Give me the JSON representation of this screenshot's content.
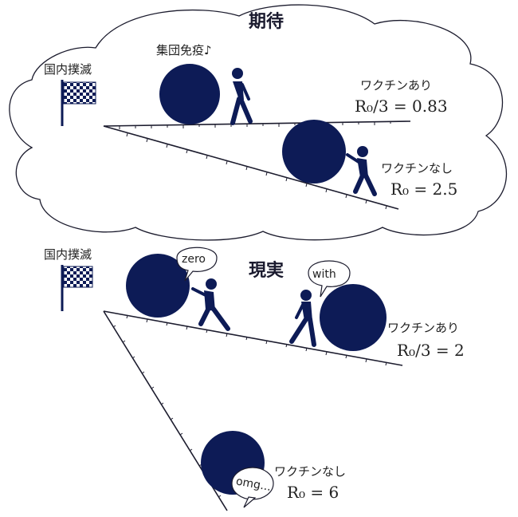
{
  "expectation": {
    "title": "期待",
    "goal_label": "国内撲滅",
    "herd_label": "集団免疫♪",
    "with_vaccine": {
      "label": "ワクチンあり",
      "equation": "R₀/3 = 0.83"
    },
    "without_vaccine": {
      "label": "ワクチンなし",
      "equation": "R₀ = 2.5"
    }
  },
  "reality": {
    "title": "現実",
    "goal_label": "国内撲滅",
    "bubble_zero": "zero",
    "bubble_with": "with",
    "bubble_omg": "omg...",
    "with_vaccine": {
      "label": "ワクチンあり",
      "equation": "R₀/3 = 2"
    },
    "without_vaccine": {
      "label": "ワクチンなし",
      "equation": "R₀ = 6"
    }
  },
  "colors": {
    "navy": "#0d1b56",
    "line": "#1c1c2e"
  }
}
